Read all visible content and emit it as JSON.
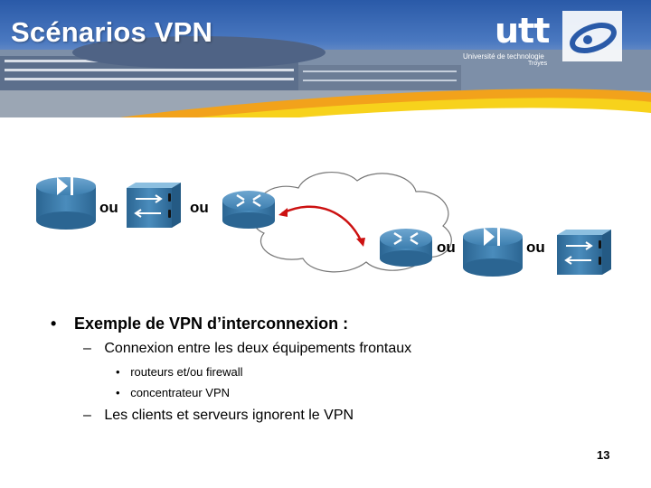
{
  "slide": {
    "title": "Scénarios VPN",
    "page_number": "13"
  },
  "logo": {
    "name": "utt",
    "subtitle": "Université de technologie",
    "city": "Troyes"
  },
  "diagram": {
    "labels": [
      "ou",
      "ou",
      "ou",
      "ou"
    ]
  },
  "bullets": {
    "main": "Exemple de VPN d’interconnexion :",
    "sub1": "Connexion entre les deux équipements frontaux",
    "sub1_items": [
      "routeurs et/ou firewall",
      "concentrateur VPN"
    ],
    "sub2": "Les clients et serveurs ignorent le VPN"
  },
  "colors": {
    "banner_blue": "#2a5aa8",
    "swoosh_orange": "#f2a21b",
    "swoosh_yellow": "#f7d21c",
    "device_blue": "#3d7fb0",
    "link_red": "#cc1111"
  }
}
